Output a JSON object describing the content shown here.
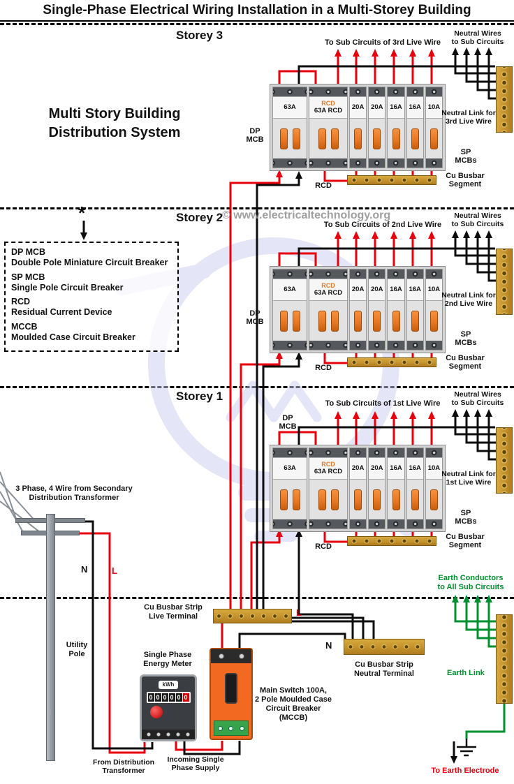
{
  "title": "Single-Phase Electrical Wiring Installation in a Multi-Storey Building",
  "watermark": "© www.electricaltechnology.org",
  "heading": "Multi Story Building\nDistribution System",
  "legend": {
    "marker": "*",
    "items": [
      {
        "abbr": "DP MCB",
        "full": "Double Pole Miniature Circuit Breaker"
      },
      {
        "abbr": "SP MCB",
        "full": "Single Pole Circuit Breaker"
      },
      {
        "abbr": "RCD",
        "full": "Residual Current Device"
      },
      {
        "abbr": "MCCB",
        "full": "Moulded Case Circuit Breaker"
      }
    ]
  },
  "storeys": [
    {
      "name": "Storey 3",
      "sub": "To Sub Circuits of 3rd Live Wire",
      "neutral_wires": "Neutral Wires\nto Sub Circuits",
      "neutral_link": "Neutral Link for\n3rd Live Wire",
      "dp": "DP\nMCB",
      "sp": "SP\nMCBs",
      "rcd": "RCD",
      "rcd_tag": "RCD",
      "seg": "Cu Busbar\nSegment",
      "breakers": [
        "63A",
        "63A RCD",
        "20A",
        "20A",
        "16A",
        "16A",
        "10A"
      ]
    },
    {
      "name": "Storey 2",
      "sub": "To Sub Circuits of 2nd Live Wire",
      "neutral_wires": "Neutral Wires\nto Sub Circuits",
      "neutral_link": "Neutral Link for\n2nd Live Wire",
      "dp": "DP\nMCB",
      "sp": "SP\nMCBs",
      "rcd": "RCD",
      "rcd_tag": "RCD",
      "seg": "Cu Busbar\nSegment",
      "breakers": [
        "63A",
        "63A RCD",
        "20A",
        "20A",
        "16A",
        "16A",
        "10A"
      ]
    },
    {
      "name": "Storey 1",
      "sub": "To Sub Circuits of 1st Live Wire",
      "neutral_wires": "Neutral Wires\nto Sub Circuits",
      "neutral_link": "Neutral Link for\n1st Live Wire",
      "dp": "DP\nMCB",
      "sp": "SP\nMCBs",
      "rcd": "RCD",
      "rcd_tag": "RCD",
      "seg": "Cu Busbar\nSegment",
      "breakers": [
        "63A",
        "63A RCD",
        "20A",
        "20A",
        "16A",
        "16A",
        "10A"
      ]
    }
  ],
  "bottom": {
    "transformer": "3 Phase, 4 Wire from Secondary\nDistribution Transformer",
    "utility_pole": "Utility\nPole",
    "n": "N",
    "l": "L",
    "meter_label": "Single Phase\nEnergy Meter",
    "meter_unit": "kWh",
    "meter_digits": [
      "0",
      "0",
      "0",
      "0",
      "0",
      "0"
    ],
    "live_terminal": "Cu Busbar Strip\nLive Terminal",
    "neutral_terminal": "Cu Busbar Strip\nNeutral Terminal",
    "mccb": "Main Switch 100A,\n2 Pole Moulded Case\nCircuit Breaker\n(MCCB)",
    "from_dist": "From Distribution\nTransformer",
    "incoming": "Incoming Single\nPhase Supply",
    "earth_conductors": "Earth Conductors\nto All Sub Circuits",
    "earth_link": "Earth Link",
    "to_earth": "To Earth Electrode"
  },
  "colors": {
    "live": "#e8000d",
    "neutral": "#111111",
    "earth": "#00902c",
    "busbar_brass": "#c08a2e",
    "breaker_toggle": "#e87722",
    "mccb_body": "#f26a21"
  }
}
